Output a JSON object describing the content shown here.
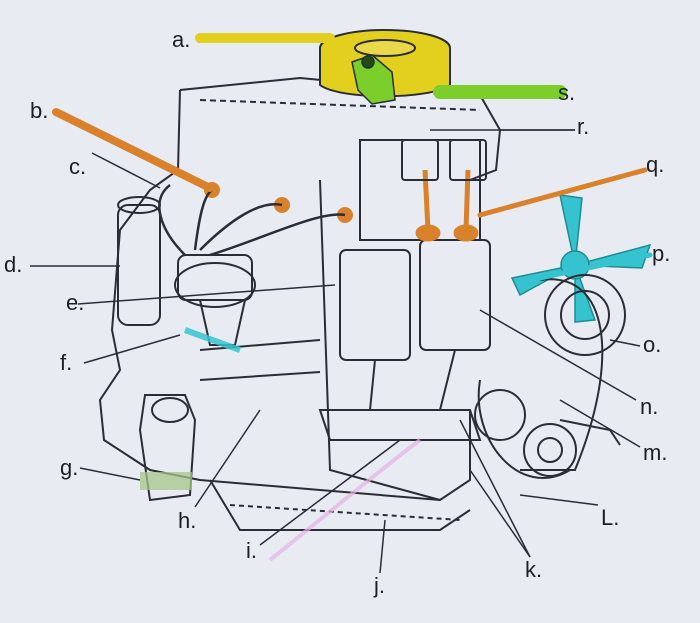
{
  "labels": {
    "a": "a.",
    "b": "b.",
    "c": "c.",
    "d": "d.",
    "e": "e.",
    "f": "f.",
    "g": "g.",
    "h": "h.",
    "i": "i.",
    "j": "j.",
    "k": "k.",
    "L": "L.",
    "m": "m.",
    "n": "n.",
    "o": "o.",
    "p": "p.",
    "q": "q.",
    "r": "r.",
    "s": "s."
  },
  "highlight_colors": {
    "yellow": "#e2cf1e",
    "orange": "#d9822b",
    "green": "#7ccf2a",
    "cyan": "#35c4cf",
    "pink": "#e6b3e6",
    "line": "#2a2c36"
  }
}
